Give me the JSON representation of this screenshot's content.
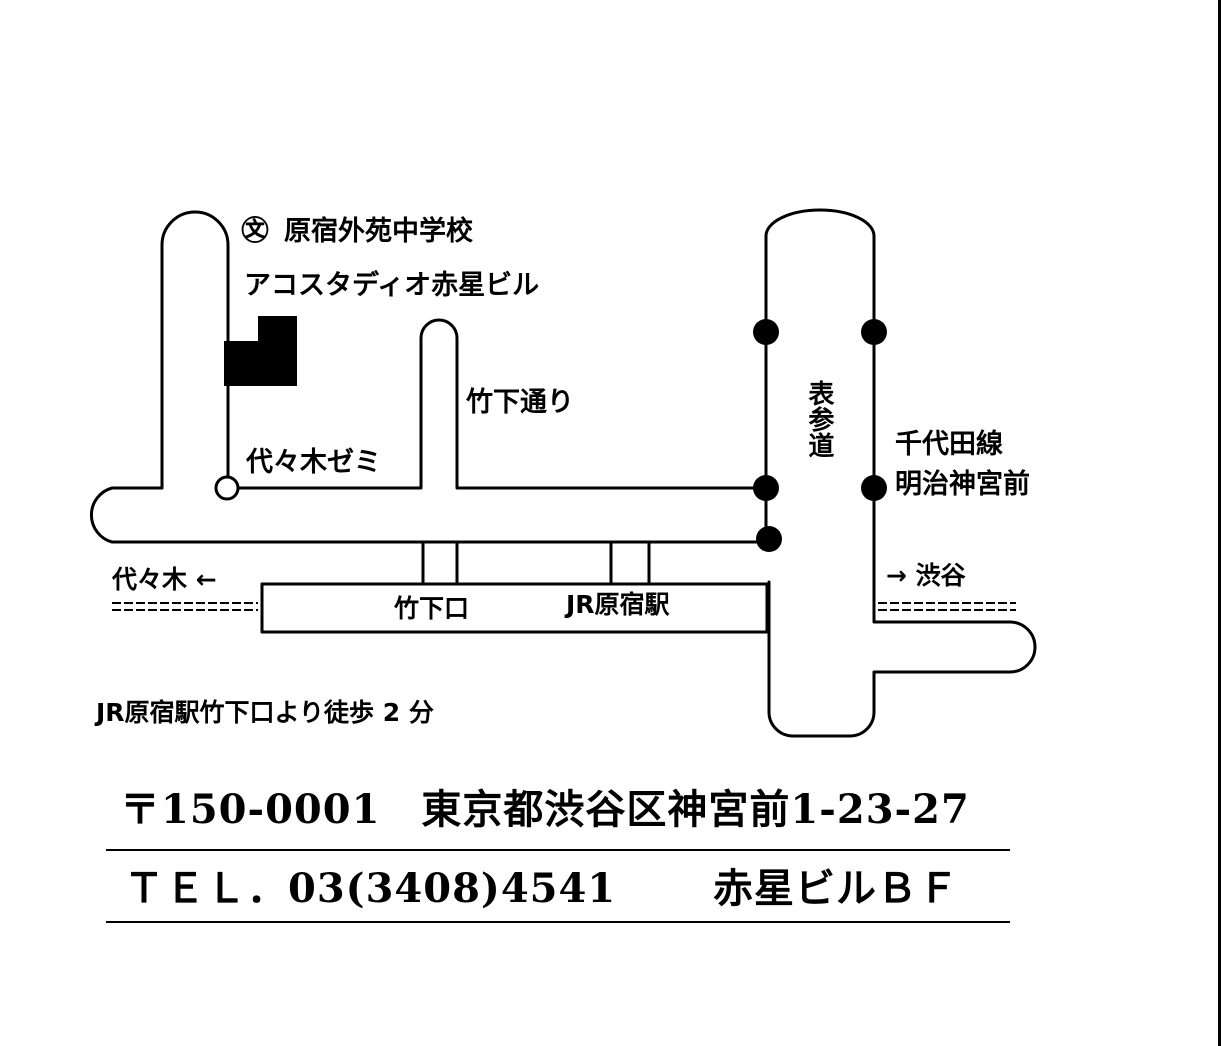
{
  "map": {
    "school": "原宿外苑中学校",
    "school_symbol": "㉆",
    "building": "アコスタディオ赤星ビル",
    "street_takeshita": "竹下通り",
    "yoyogi_seminar": "代々木ゼミ",
    "omotesando": "表参道",
    "subway_line": "千代田線",
    "subway_station": "明治神宮前",
    "to_yoyogi": "代々木 ←",
    "to_shibuya": "→ 渋谷",
    "takeshita_exit": "竹下口",
    "jr_harajuku": "JR原宿駅",
    "walk_note": "JR原宿駅竹下口より徒歩 2 分"
  },
  "address": {
    "line1": "〒150-0001　東京都渋谷区神宮前1-23-27",
    "tel": "ＴＥＬ．03(3408)4541",
    "building_floor": "赤星ビルＢＦ"
  },
  "colors": {
    "ink": "#000000",
    "paper": "#ffffff"
  }
}
